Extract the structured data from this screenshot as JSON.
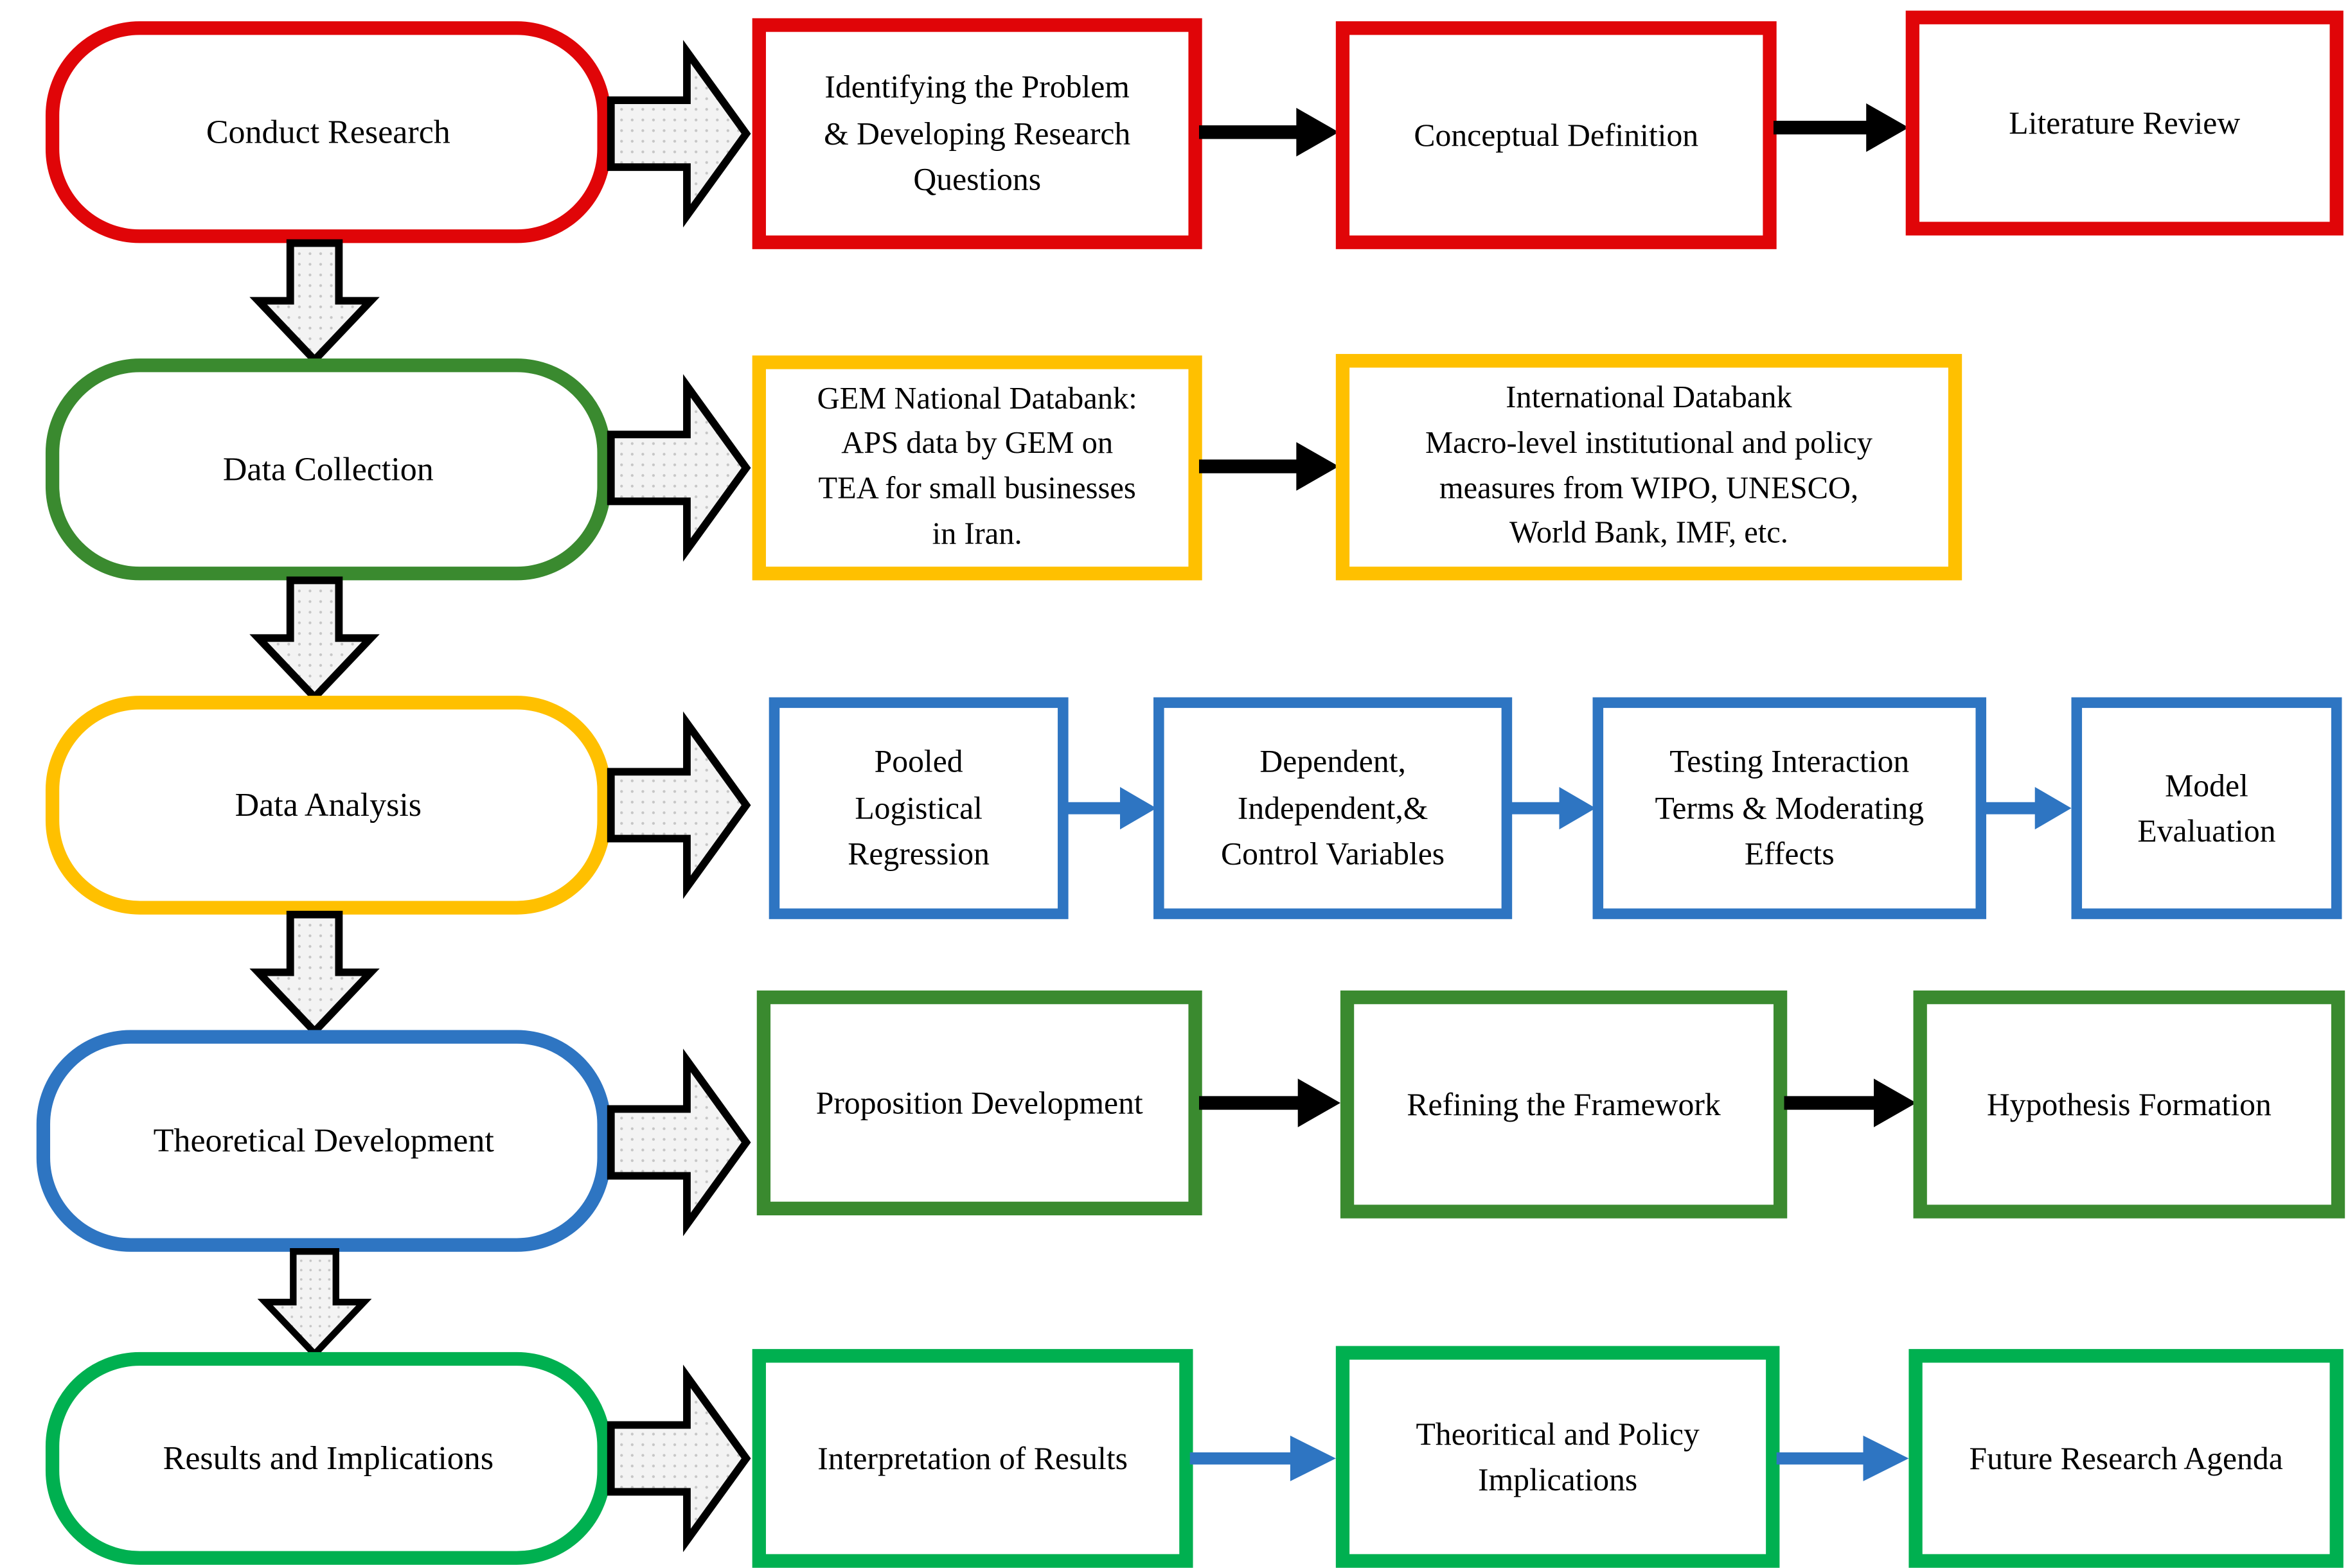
{
  "diagram": {
    "type": "research-methodology-flowchart",
    "colors": {
      "stage1_red": "#e00508",
      "stage2_dark_green": "#3a8a2f",
      "stage3_amber": "#ffc000",
      "stage4_blue": "#2e75c2",
      "stage5_bright_green": "#00b050",
      "connector_black": "#000000",
      "block_arrow_fill": "#f2f2f2"
    },
    "rows": [
      {
        "stage": "Conduct Research",
        "stage_border": "#e00508",
        "box_border": "#e00508",
        "connector_color": "black",
        "boxes": [
          "Identifying the Problem\n& Developing Research\nQuestions",
          "Conceptual Definition",
          "Literature Review"
        ]
      },
      {
        "stage": "Data Collection",
        "stage_border": "#3a8a2f",
        "box_border": "#ffc000",
        "connector_color": "black",
        "boxes": [
          "GEM National Databank:\nAPS data by GEM on\nTEA for small businesses\nin Iran.",
          "International Databank\nMacro-level institutional and policy\nmeasures from WIPO, UNESCO,\nWorld Bank, IMF, etc."
        ]
      },
      {
        "stage": "Data Analysis",
        "stage_border": "#ffc000",
        "box_border": "#2e75c2",
        "connector_color": "blue",
        "boxes": [
          "Pooled\nLogistical\nRegression",
          "Dependent,\nIndependent,&\nControl Variables",
          "Testing  Interaction\nTerms & Moderating\nEffects",
          "Model\nEvaluation"
        ]
      },
      {
        "stage": "Theoretical Development",
        "stage_border": "#2e75c2",
        "box_border": "#3a8a2f",
        "connector_color": "black",
        "boxes": [
          "Proposition Development",
          "Refining the Framework",
          "Hypothesis Formation"
        ]
      },
      {
        "stage": "Results and Implications",
        "stage_border": "#00b050",
        "box_border": "#00b050",
        "connector_color": "blue",
        "boxes": [
          "Interpretation of Results",
          "Theoritical and Policy\nImplications",
          "Future Research Agenda"
        ]
      }
    ]
  }
}
